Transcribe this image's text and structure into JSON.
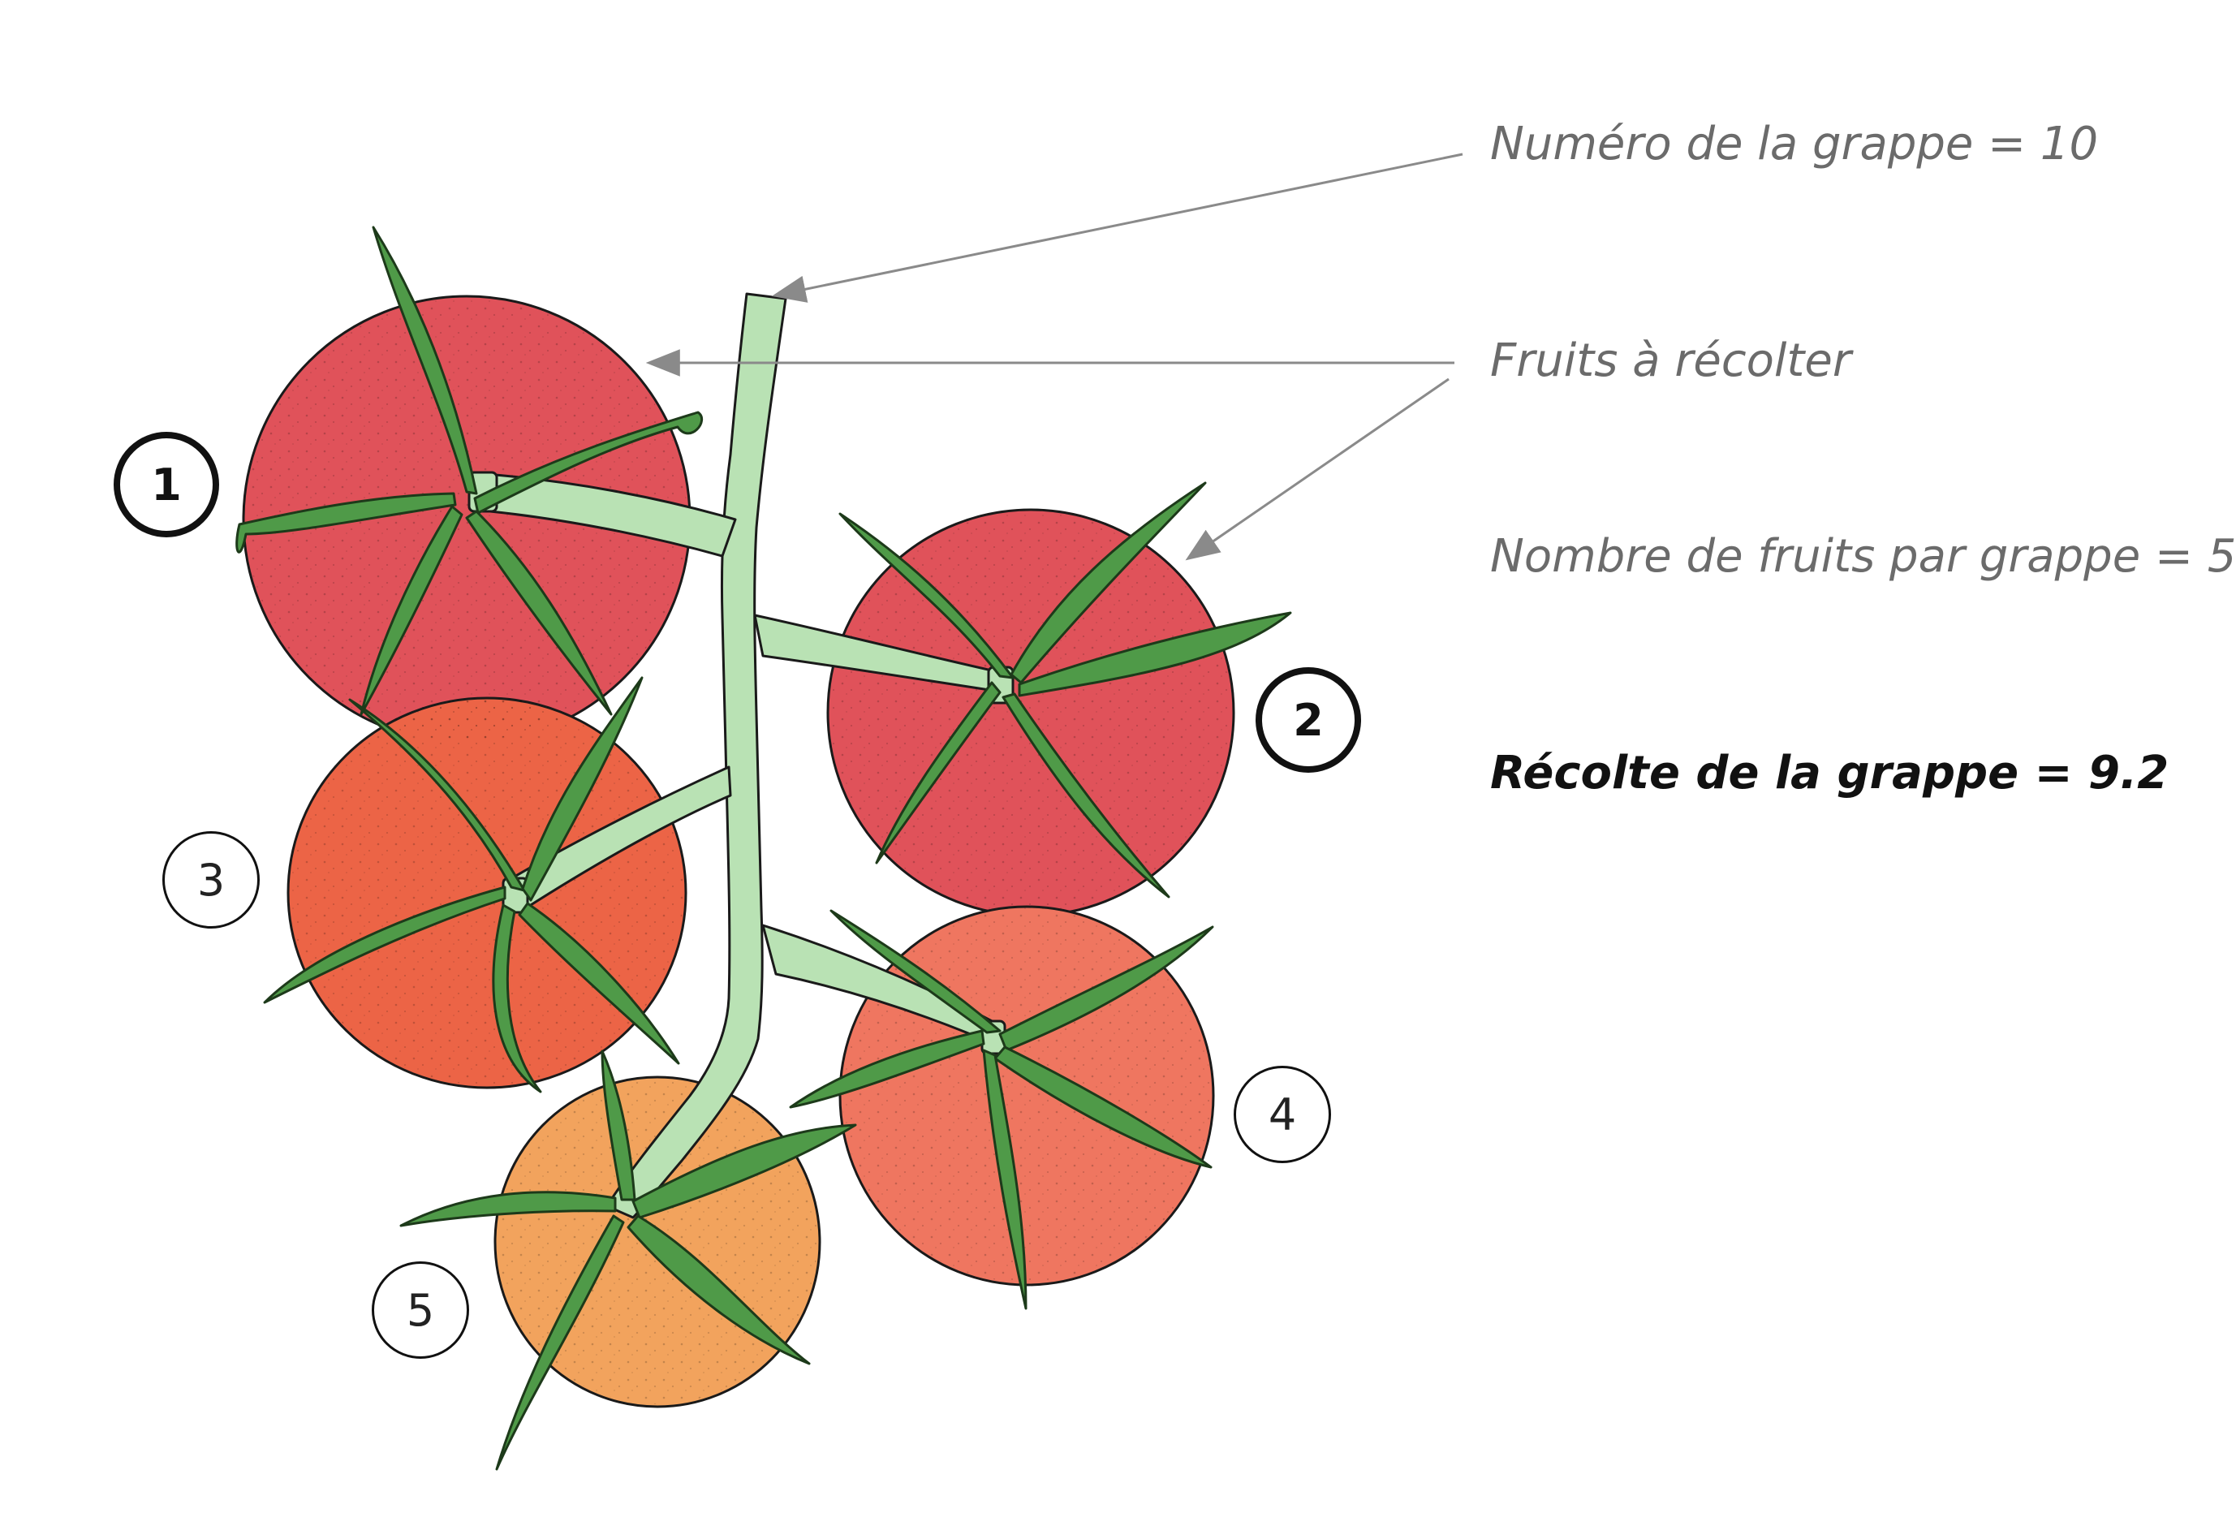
{
  "labels": {
    "cluster_number": "Numéro de la grappe = 10",
    "fruits_to_harvest": "Fruits à récolter",
    "fruits_per_cluster": "Nombre de fruits par grappe = 5",
    "cluster_yield": "Récolte de la grappe = 9.2"
  },
  "fruits": [
    {
      "number": "1",
      "color": "#e0525a",
      "highlighted": true
    },
    {
      "number": "2",
      "color": "#e0525a",
      "highlighted": true
    },
    {
      "number": "3",
      "color": "#ec6446",
      "highlighted": false
    },
    {
      "number": "4",
      "color": "#ef7660",
      "highlighted": false
    },
    {
      "number": "5",
      "color": "#f2a35d",
      "highlighted": false
    }
  ],
  "colors": {
    "stem": "#b9e2b4",
    "sepal": "#4f9a48",
    "sepal_outline": "#1d3a1a",
    "arrow": "#8a8a8a"
  }
}
